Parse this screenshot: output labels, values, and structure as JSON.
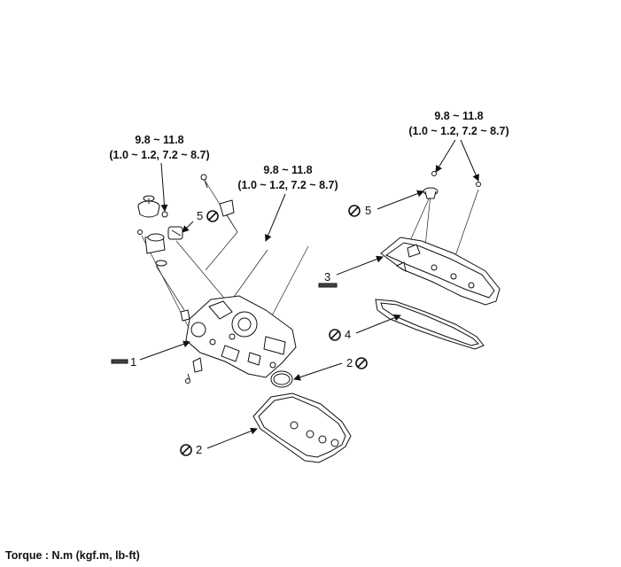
{
  "torques": [
    {
      "id": "t1",
      "value": "9.8 ~ 11.8",
      "units": "(1.0 ~ 1.2, 7.2 ~ 8.7)"
    },
    {
      "id": "t2",
      "value": "9.8 ~ 11.8",
      "units": "(1.0 ~ 1.2, 7.2 ~ 8.7)"
    },
    {
      "id": "t3",
      "value": "9.8 ~ 11.8",
      "units": "(1.0 ~ 1.2, 7.2 ~ 8.7)"
    }
  ],
  "callouts": {
    "c1": "1",
    "c2a": "2",
    "c2b": "2",
    "c3": "3",
    "c4": "4",
    "c5a": "5",
    "c5b": "5"
  },
  "footer": "Torque : N.m (kgf.m, lb-ft)",
  "icons": {
    "do_not_reuse": "prohibition-circle-icon"
  }
}
